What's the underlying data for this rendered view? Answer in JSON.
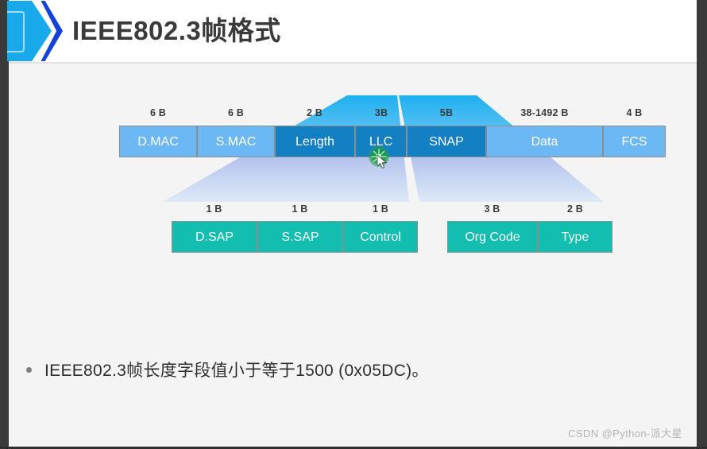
{
  "slide": {
    "title": "IEEE802.3帧格式",
    "logo_icon": "hexagon-chevron-logo"
  },
  "diagram": {
    "frame_row": {
      "name": "ieee802-3-frame-row",
      "fields": [
        {
          "label": "D.MAC",
          "size": "6 B",
          "tone": "light"
        },
        {
          "label": "S.MAC",
          "size": "6 B",
          "tone": "light"
        },
        {
          "label": "Length",
          "size": "2 B",
          "tone": "dark"
        },
        {
          "label": "LLC",
          "size": "3B",
          "tone": "dark"
        },
        {
          "label": "SNAP",
          "size": "5B",
          "tone": "dark"
        },
        {
          "label": "Data",
          "size": "38-1492 B",
          "tone": "light"
        },
        {
          "label": "FCS",
          "size": "4 B",
          "tone": "light"
        }
      ]
    },
    "llc_detail_row": {
      "name": "llc-detail-row",
      "fields": [
        {
          "label": "D.SAP",
          "size": "1 B",
          "tone": "teal"
        },
        {
          "label": "S.SAP",
          "size": "1 B",
          "tone": "teal"
        },
        {
          "label": "Control",
          "size": "1 B",
          "tone": "teal"
        }
      ]
    },
    "snap_detail_row": {
      "name": "snap-detail-row",
      "fields": [
        {
          "label": "Org Code",
          "size": "3 B",
          "tone": "teal"
        },
        {
          "label": "Type",
          "size": "2 B",
          "tone": "teal"
        }
      ]
    },
    "cursor": {
      "icon": "click-highlight-cursor",
      "over_field": "LLC"
    }
  },
  "bullets": [
    {
      "text": "IEEE802.3帧长度字段值小于等于1500 (0x05DC)。"
    }
  ],
  "watermark": {
    "text": "CSDN @Python-派大星"
  },
  "colors": {
    "accent_blue": "#17a9ea",
    "field_light": "#6cb8f5",
    "field_dark": "#1480c4",
    "field_teal": "#13bdb0",
    "title_text": "#3a3a3a",
    "page_bg": "#f4f4f4"
  }
}
